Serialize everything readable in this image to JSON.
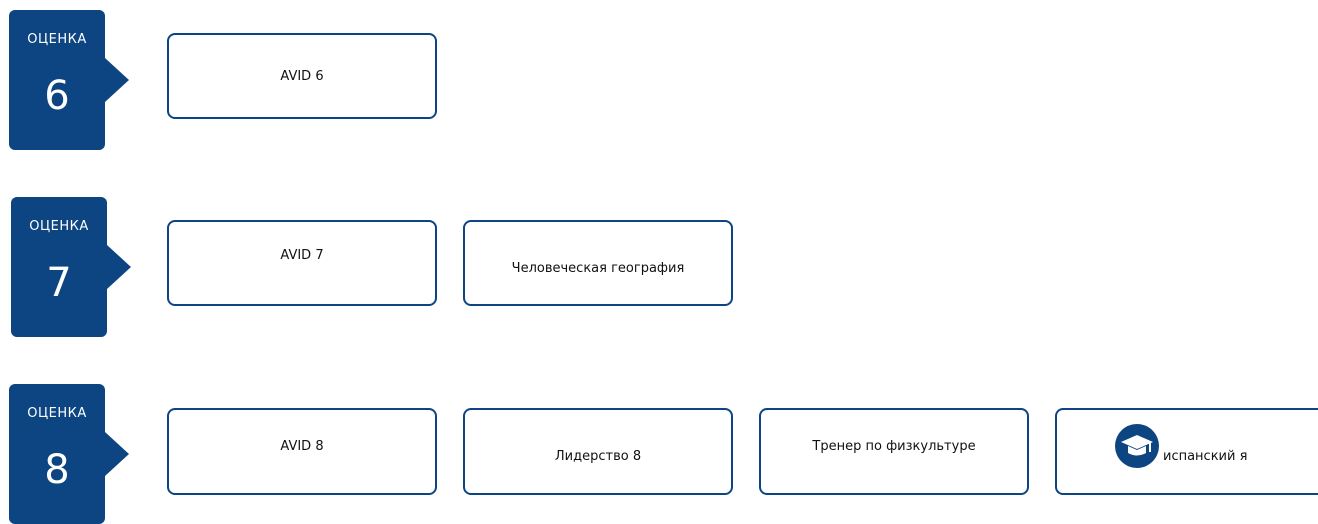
{
  "grades": [
    {
      "label": "ОЦЕНКА",
      "number": "6",
      "courses": [
        {
          "title": "AVID 6"
        }
      ]
    },
    {
      "label": "ОЦЕНКА",
      "number": "7",
      "courses": [
        {
          "title": "AVID 7"
        },
        {
          "title": "Человеческая география"
        }
      ]
    },
    {
      "label": "ОЦЕНКА",
      "number": "8",
      "courses": [
        {
          "title": "AVID 8"
        },
        {
          "title": "Лидерство 8"
        },
        {
          "title": "Тренер по физкультуре"
        },
        {
          "title": "испанский я",
          "icon": "graduation-cap-icon"
        }
      ]
    }
  ],
  "colors": {
    "primary": "#0d4582",
    "card_border": "#0d4582",
    "background": "#ffffff",
    "text": "#111111"
  }
}
